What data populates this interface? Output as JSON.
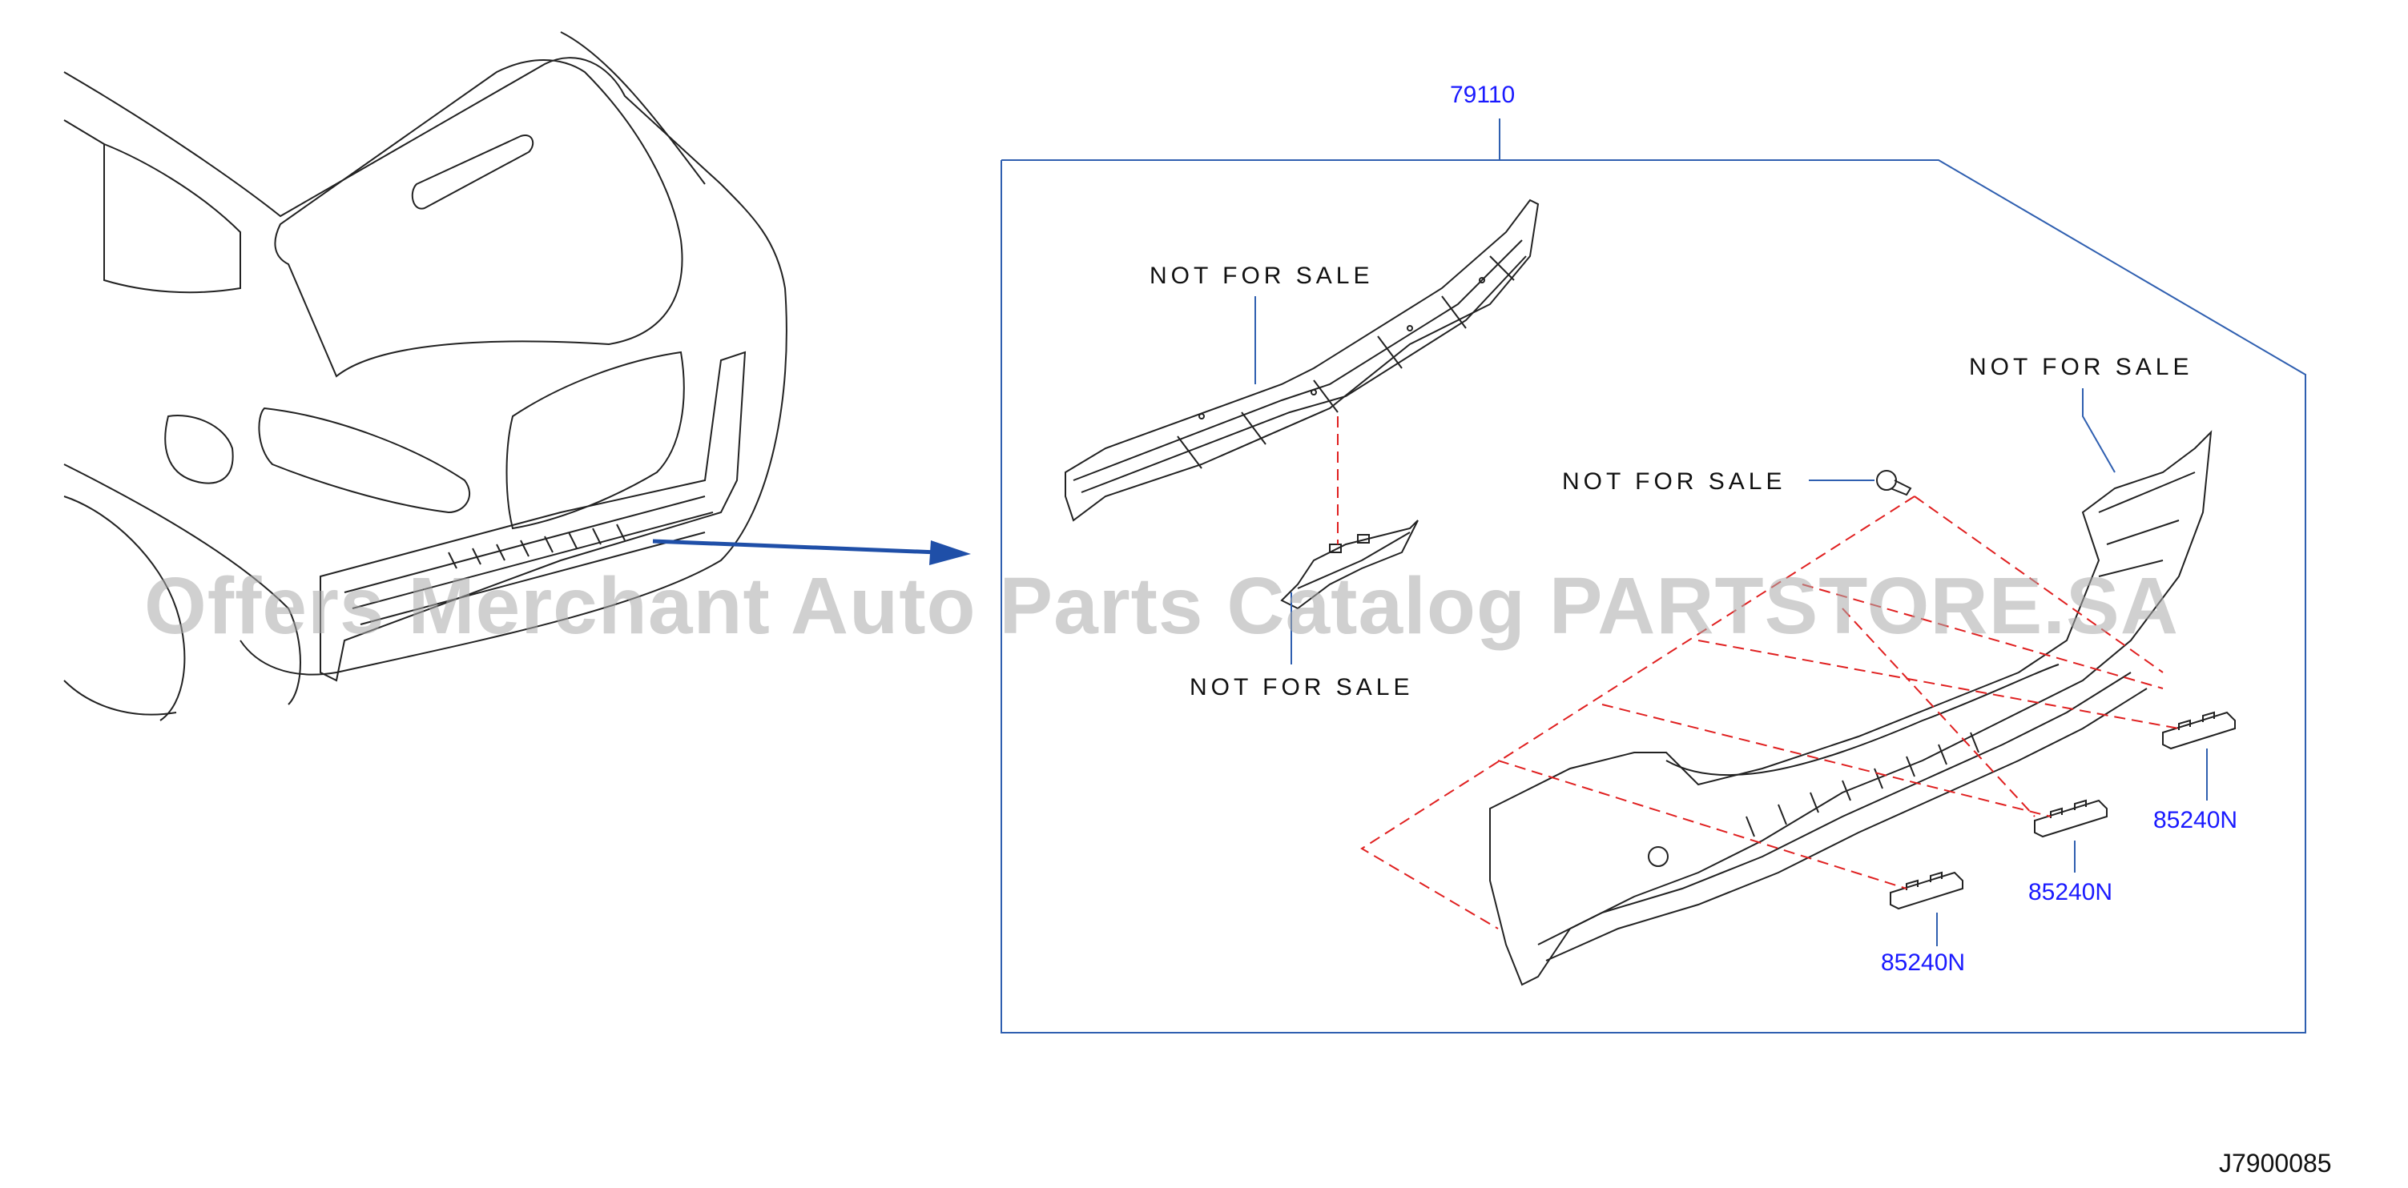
{
  "callouts": {
    "main_part": "79110",
    "not_for_sale_1": "NOT FOR SALE",
    "not_for_sale_2": "NOT FOR SALE",
    "not_for_sale_3": "NOT FOR SALE",
    "not_for_sale_4": "NOT FOR SALE",
    "clip_1": "85240N",
    "clip_2": "85240N",
    "clip_3": "85240N"
  },
  "diagram_code": "J7900085",
  "watermark": "Offers Merchant Auto Parts Catalog PARTSTORE.SA",
  "colors": {
    "line": "#222222",
    "frame": "#2f5fb0",
    "arrow": "#1f4fa8",
    "dash": "#e02020",
    "callout_blue": "#1a1aff"
  }
}
